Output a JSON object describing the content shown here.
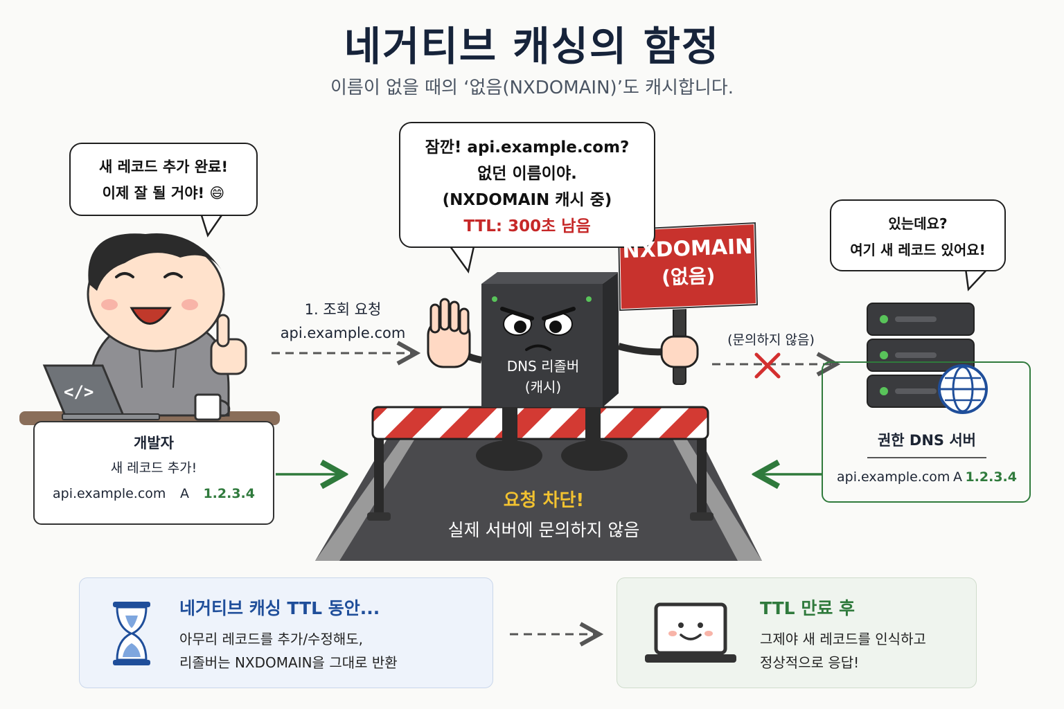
{
  "title": "네거티브 캐싱의 함정",
  "subtitle": "이름이 없을 때의 ‘없음(NXDOMAIN)’도 캐시합니다.",
  "developer": {
    "bubble_line1": "새 레코드 추가 완료!",
    "bubble_line2": "이제 잘 될 거야!",
    "bubble_emoji": "😄",
    "laptop_code": "</>",
    "card_title": "개발자",
    "card_action": "새 레코드 추가!",
    "record_name": "api.example.com",
    "record_type": "A",
    "record_ip": "1.2.3.4"
  },
  "query": {
    "line1": "1. 조회 요청",
    "line2": "api.example.com"
  },
  "resolver": {
    "bubble_line1": "잠깐! api.example.com?",
    "bubble_line2": "없던 이름이야.",
    "bubble_line3": "(NXDOMAIN 캐시 중)",
    "bubble_ttl": "TTL: 300초 남음",
    "sign_line1": "NXDOMAIN",
    "sign_line2": "(없음)",
    "label_line1": "DNS 리졸버",
    "label_line2": "(캐시)",
    "blocked_title": "요청 차단!",
    "blocked_desc": "실제 서버에 문의하지 않음"
  },
  "no_query_label": "(문의하지 않음)",
  "authoritative": {
    "bubble_line1": "있는데요?",
    "bubble_line2": "여기 새 레코드 있어요!",
    "card_title": "권한 DNS 서버",
    "record_name": "api.example.com",
    "record_type": "A",
    "record_ip": "1.2.3.4"
  },
  "bottom_left": {
    "title": "네거티브 캐싱 TTL 동안...",
    "line1": "아무리 레코드를 추가/수정해도,",
    "line2": "리졸버는 NXDOMAIN을 그대로 반환"
  },
  "bottom_right": {
    "title": "TTL 만료 후",
    "line1": "그제야 새 레코드를 인식하고",
    "line2": "정상적으로 응답!"
  },
  "colors": {
    "title": "#16233a",
    "ttl_red": "#c62828",
    "sign_red": "#c8322d",
    "green": "#2f7a3c",
    "blue_title": "#1f4e9a",
    "warning_yellow": "#f2c230"
  }
}
